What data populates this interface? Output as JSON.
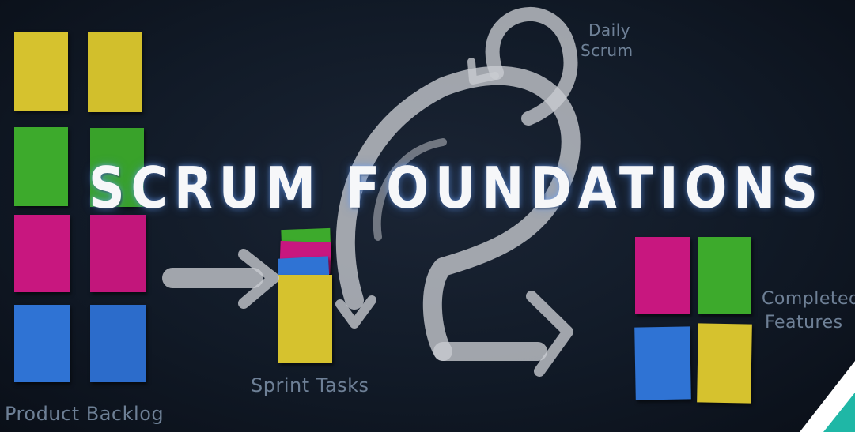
{
  "title": "SCRUM FOUNDATIONS",
  "labels": {
    "product_backlog": "Product Backlog",
    "sprint_tasks": "Sprint Tasks",
    "daily_scrum_line1": "Daily",
    "daily_scrum_line2": "Scrum",
    "completed_line1": "Completed",
    "completed_line2": "Features"
  },
  "colors": {
    "yellow": "#d6c22e",
    "green": "#3daa2c",
    "magenta": "#c8177f",
    "blue": "#2f73d4",
    "chalk": "#c9ccd1",
    "accent_teal": "#1fb7a6"
  }
}
